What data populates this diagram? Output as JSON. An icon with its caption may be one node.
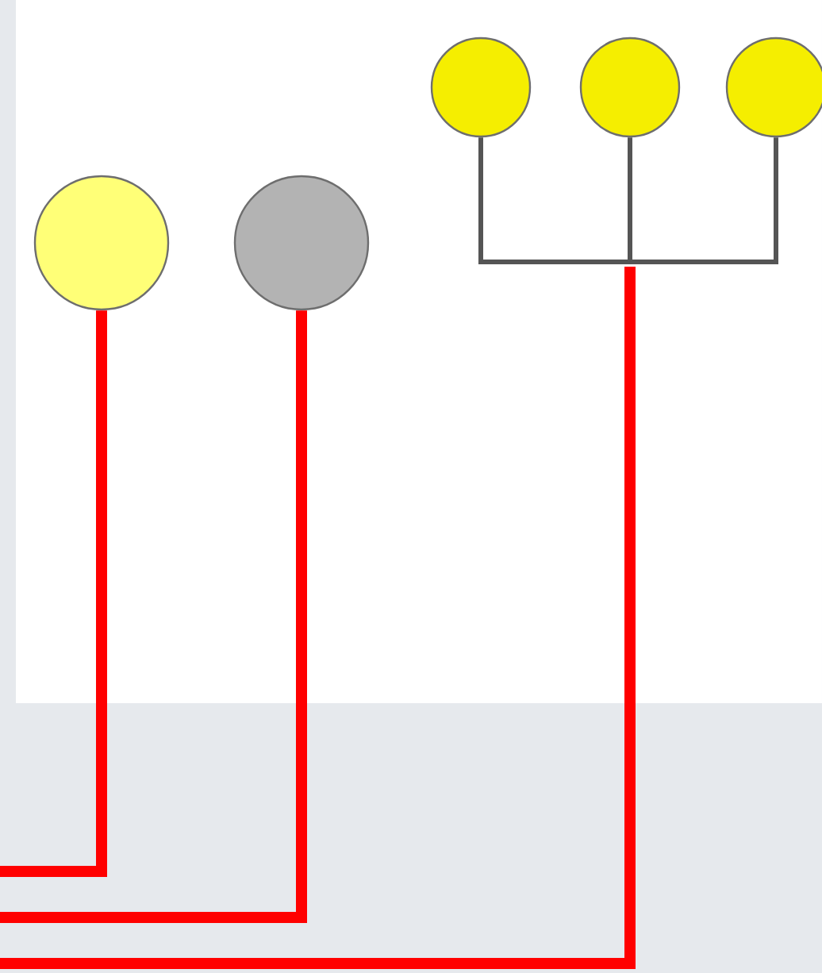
{
  "diagram": {
    "nodes": [
      {
        "text": [],
        "shape": "circle"
      },
      {
        "text": [],
        "shape": "circle"
      },
      {
        "text": [],
        "shape": "circle"
      },
      {
        "text": [],
        "shape": "circle"
      },
      {
        "text": [],
        "shape": "circle"
      }
    ],
    "edges": [
      {
        "from": 0,
        "to": null,
        "arrow": "none",
        "style": "thick",
        "color": "#ff0000"
      },
      {
        "from": 1,
        "to": null,
        "arrow": "none",
        "style": "thick",
        "color": "#ff0000"
      },
      {
        "from": 2,
        "to": null,
        "arrow": "none",
        "color": "#555555"
      },
      {
        "from": 3,
        "to": null,
        "arrow": "none",
        "color": "#555555"
      },
      {
        "from": 4,
        "to": null,
        "arrow": "none",
        "color": "#555555"
      }
    ]
  }
}
